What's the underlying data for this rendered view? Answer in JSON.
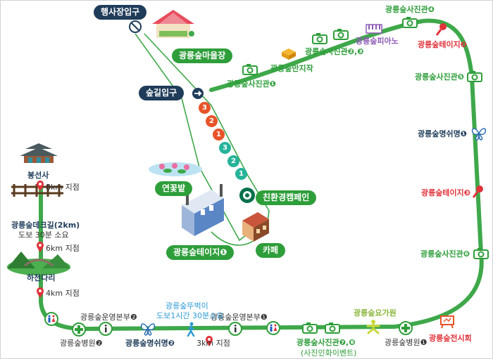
{
  "places": {
    "event_entrance": "행사장입구",
    "forest_entrance": "숲길입구",
    "village_market": "광릉숲마을장",
    "lotus_field": "연꽃밭",
    "eco_campaign": "친환경캠페인",
    "stage1": "광릉숲테이지❶",
    "cafe": "카페",
    "bongseonsa": "봉선사",
    "deck_trail": "광릉숲데크길(2km)",
    "deck_walk": "도보 30분 소요",
    "hacheon_bridge": "하천다리"
  },
  "distances": {
    "km8": "8km 지점",
    "km6": "6km 지점",
    "km4": "4km 지점",
    "km3": "3km 지점"
  },
  "numbered_markers": [
    {
      "label": "3",
      "color": "#e8542a"
    },
    {
      "label": "2",
      "color": "#e8542a"
    },
    {
      "label": "1",
      "color": "#e8542a"
    },
    {
      "label": "3",
      "color": "#27b39a"
    },
    {
      "label": "2",
      "color": "#27b39a"
    },
    {
      "label": "1",
      "color": "#27b39a"
    }
  ],
  "loop_stations": {
    "photo1": "광릉숲사진관❶",
    "block_workshop": "광릉숲만지작",
    "photo23": "광릉숲사진관❷,❸",
    "piano": "광릉숲피아노",
    "photo4": "광릉숲사진관❹",
    "stage2": "광릉숲테이지❷",
    "photo5": "광릉숲사진관❺",
    "rest1": "광릉숲명쉬명❶",
    "stage3": "광릉숲테이지❸",
    "photo6": "광릉숲사진관❻",
    "exhibition": "광릉숲전시회",
    "hospital1": "광릉숲병원❶",
    "yoga": "광릉숲요가원",
    "photo78": "광릉숲사진관❼,❽",
    "photo78_sub": "(사진인화이벤트)",
    "hq1": "광릉숲운영본부❶",
    "walk_area": "광릉숲뚜벅이",
    "walk_time": "도보1시간 30분소요",
    "rest2": "광릉숲명쉬명❷",
    "hq2": "광릉숲운영본부❷",
    "hospital2": "광릉숲병원❷"
  },
  "colors": {
    "trail": "#3ea84a",
    "green": "#2e9e3a",
    "red": "#e0323a",
    "navy": "#1f3c5a",
    "orange": "#e8542a",
    "teal": "#27b39a",
    "sky": "#2d9bd6"
  },
  "icons": {
    "photo": "camera-icon",
    "rest": "butterfly-icon",
    "stage": "microphone-icon",
    "info": "info-icon",
    "restroom": "restroom-icon",
    "hospital": "first-aid-icon",
    "pin": "location-pin-icon"
  }
}
